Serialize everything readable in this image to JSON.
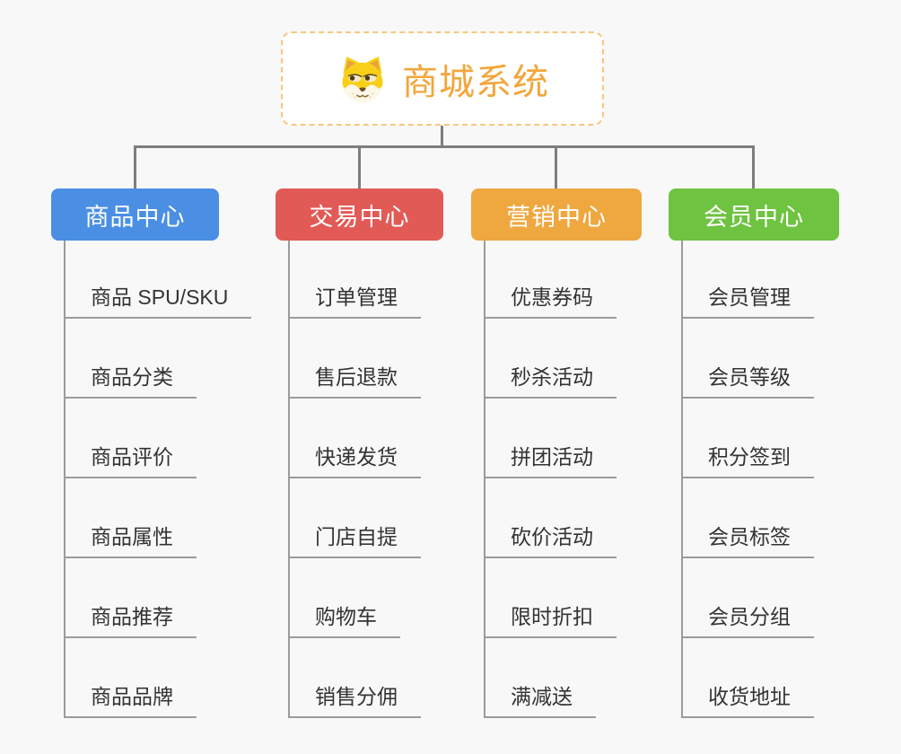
{
  "root": {
    "title": "商城系统",
    "icon": "dog-face-icon"
  },
  "branches": [
    {
      "label": "商品中心",
      "color": "#4a8fe4",
      "items": [
        "商品 SPU/SKU",
        "商品分类",
        "商品评价",
        "商品属性",
        "商品推荐",
        "商品品牌"
      ]
    },
    {
      "label": "交易中心",
      "color": "#e25a56",
      "items": [
        "订单管理",
        "售后退款",
        "快递发货",
        "门店自提",
        "购物车",
        "销售分佣"
      ]
    },
    {
      "label": "营销中心",
      "color": "#efa73f",
      "items": [
        "优惠券码",
        "秒杀活动",
        "拼团活动",
        "砍价活动",
        "限时折扣",
        "满减送"
      ]
    },
    {
      "label": "会员中心",
      "color": "#6ec340",
      "items": [
        "会员管理",
        "会员等级",
        "积分签到",
        "会员标签",
        "会员分组",
        "收货地址"
      ]
    }
  ],
  "colors": {
    "background": "#f8f8f8",
    "connector": "#7e7e7e",
    "leaf_line": "#9b9b9b",
    "root_border": "#f6c77d",
    "root_title": "#f2a63b",
    "leaf_text": "#333333",
    "branch_text": "#ffffff"
  }
}
